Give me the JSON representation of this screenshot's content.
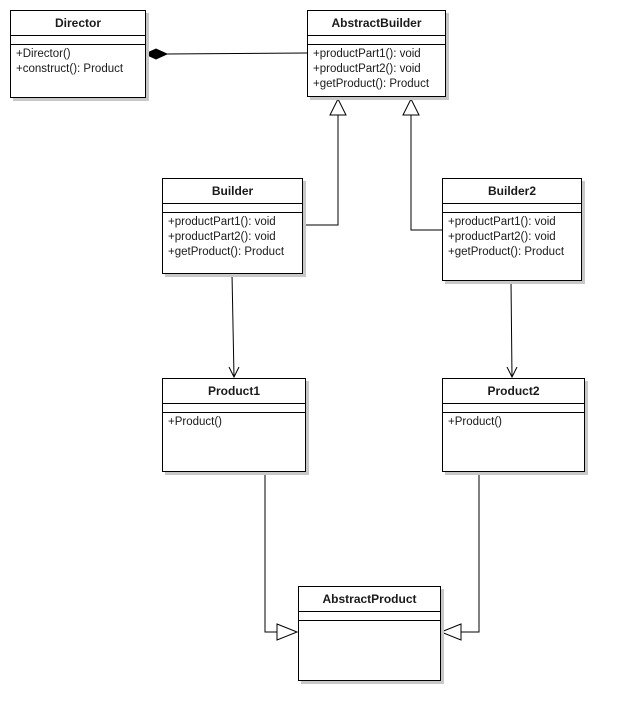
{
  "diagram": {
    "classes": [
      {
        "id": "director",
        "name": "Director",
        "operations": [
          "+Director()",
          "+construct(): Product"
        ]
      },
      {
        "id": "abstract-builder",
        "name": "AbstractBuilder",
        "operations": [
          "+productPart1(): void",
          "+productPart2(): void",
          "+getProduct(): Product"
        ]
      },
      {
        "id": "builder",
        "name": "Builder",
        "operations": [
          "+productPart1(): void",
          "+productPart2(): void",
          "+getProduct(): Product"
        ]
      },
      {
        "id": "builder2",
        "name": "Builder2",
        "operations": [
          "+productPart1(): void",
          "+productPart2(): void",
          "+getProduct(): Product"
        ]
      },
      {
        "id": "product1",
        "name": "Product1",
        "operations": [
          "+Product()"
        ]
      },
      {
        "id": "product2",
        "name": "Product2",
        "operations": [
          "+Product()"
        ]
      },
      {
        "id": "abstract-product",
        "name": "AbstractProduct",
        "operations": []
      }
    ],
    "relations": [
      {
        "type": "composition",
        "from": "director",
        "to": "abstract-builder"
      },
      {
        "type": "generalization",
        "from": "builder",
        "to": "abstract-builder"
      },
      {
        "type": "generalization",
        "from": "builder2",
        "to": "abstract-builder"
      },
      {
        "type": "dependency",
        "from": "builder",
        "to": "product1"
      },
      {
        "type": "dependency",
        "from": "builder2",
        "to": "product2"
      },
      {
        "type": "generalization",
        "from": "product1",
        "to": "abstract-product"
      },
      {
        "type": "generalization",
        "from": "product2",
        "to": "abstract-product"
      }
    ]
  }
}
